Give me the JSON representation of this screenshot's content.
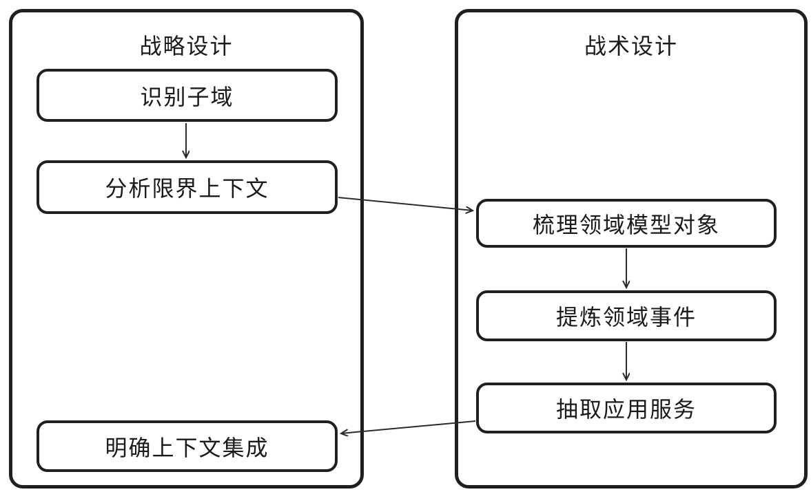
{
  "diagram": {
    "panels": [
      {
        "id": "strategic-design",
        "title": "战略设计",
        "boxes": [
          {
            "label": "识别子域"
          },
          {
            "label": "分析限界上下文"
          },
          {
            "label": "明确上下文集成"
          }
        ]
      },
      {
        "id": "tactical-design",
        "title": "战术设计",
        "boxes": [
          {
            "label": "梳理领域模型对象"
          },
          {
            "label": "提炼领域事件"
          },
          {
            "label": "抽取应用服务"
          }
        ]
      }
    ],
    "edges": [
      {
        "from": "识别子域",
        "to": "分析限界上下文"
      },
      {
        "from": "分析限界上下文",
        "to": "梳理领域模型对象"
      },
      {
        "from": "梳理领域模型对象",
        "to": "提炼领域事件"
      },
      {
        "from": "提炼领域事件",
        "to": "抽取应用服务"
      },
      {
        "from": "抽取应用服务",
        "to": "明确上下文集成"
      }
    ]
  },
  "colors": {
    "border_stroke": "#1f1f1f",
    "arrow_stroke": "#2a2a2a",
    "background": "#ffffff",
    "box_fill": "#ffffff",
    "text": "#1a1a1a"
  }
}
